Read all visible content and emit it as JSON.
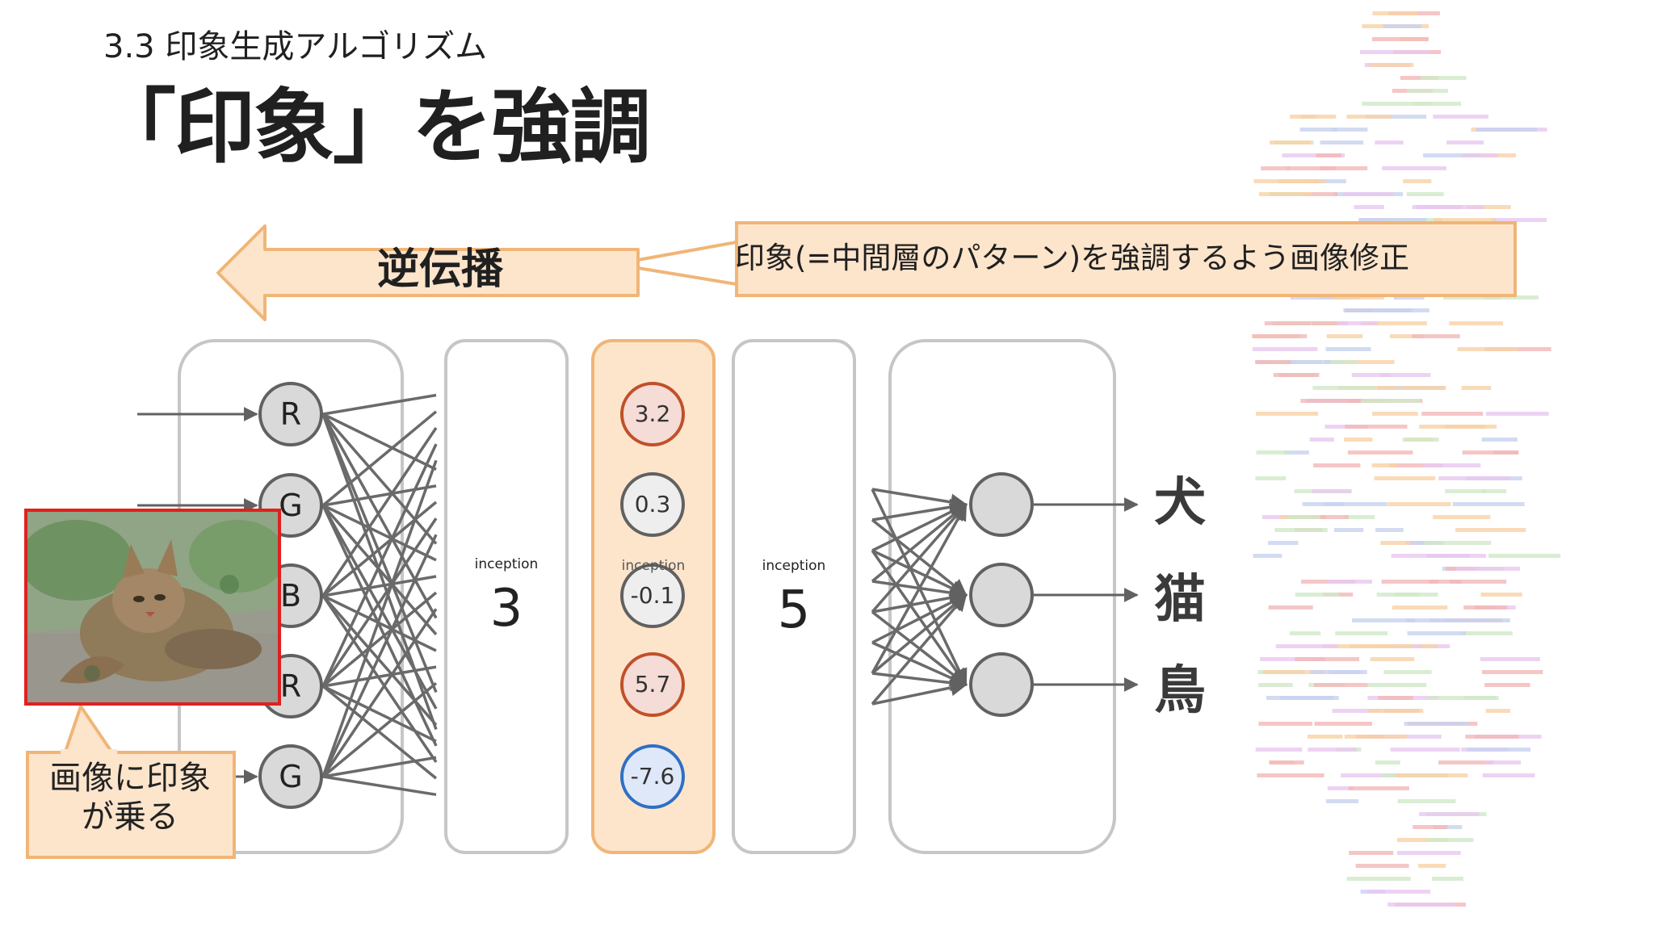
{
  "header": {
    "section": "3.3 印象生成アルゴリズム",
    "title": "「印象」を強調"
  },
  "backprop_arrow": {
    "label": "逆伝播"
  },
  "banner": {
    "text": "印象(=中間層のパターン)を強調するよう画像修正"
  },
  "input_nodes": [
    "R",
    "G",
    "B",
    "R",
    "G"
  ],
  "layers": [
    {
      "small": "inception",
      "number": "3"
    },
    {
      "small": "inception",
      "number": "5"
    }
  ],
  "highlight_layer": {
    "small": "inception",
    "values": [
      "3.2",
      "0.3",
      "-0.1",
      "5.7",
      "-7.6"
    ]
  },
  "classes": [
    "犬",
    "猫",
    "鳥"
  ],
  "callout": {
    "line1": "画像に印象",
    "line2": "が乗る"
  },
  "colors": {
    "orange_fill": "#fde5cc",
    "orange_stroke": "#f0b577",
    "node_gray": "#d9d9d9",
    "node_stroke": "#616161",
    "red_border": "#e02020",
    "value_red": "#c0502a",
    "value_blue": "#2f6fc4"
  }
}
